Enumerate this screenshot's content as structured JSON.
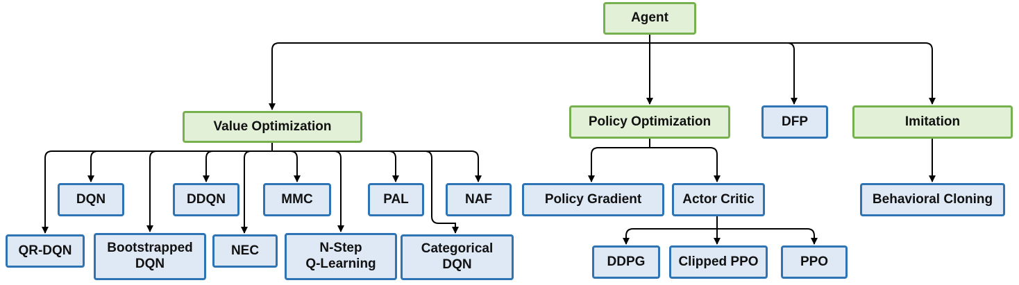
{
  "nodes": {
    "agent": "Agent",
    "value_optimization": "Value Optimization",
    "policy_optimization": "Policy Optimization",
    "dfp": "DFP",
    "imitation": "Imitation",
    "dqn": "DQN",
    "ddqn": "DDQN",
    "mmc": "MMC",
    "pal": "PAL",
    "naf": "NAF",
    "qr_dqn": "QR-DQN",
    "bootstrapped_dqn": "Bootstrapped\nDQN",
    "nec": "NEC",
    "n_step_q_learning": "N-Step\nQ-Learning",
    "categorical_dqn": "Categorical\nDQN",
    "policy_gradient": "Policy Gradient",
    "actor_critic": "Actor Critic",
    "ddpg": "DDPG",
    "clipped_ppo": "Clipped PPO",
    "ppo": "PPO",
    "behavioral_cloning": "Behavioral Cloning"
  },
  "colors": {
    "category_fill": "#e3f0d8",
    "category_border": "#77b14f",
    "algorithm_fill": "#dfe9f5",
    "algorithm_border": "#2e74b5",
    "connector": "#000000"
  }
}
